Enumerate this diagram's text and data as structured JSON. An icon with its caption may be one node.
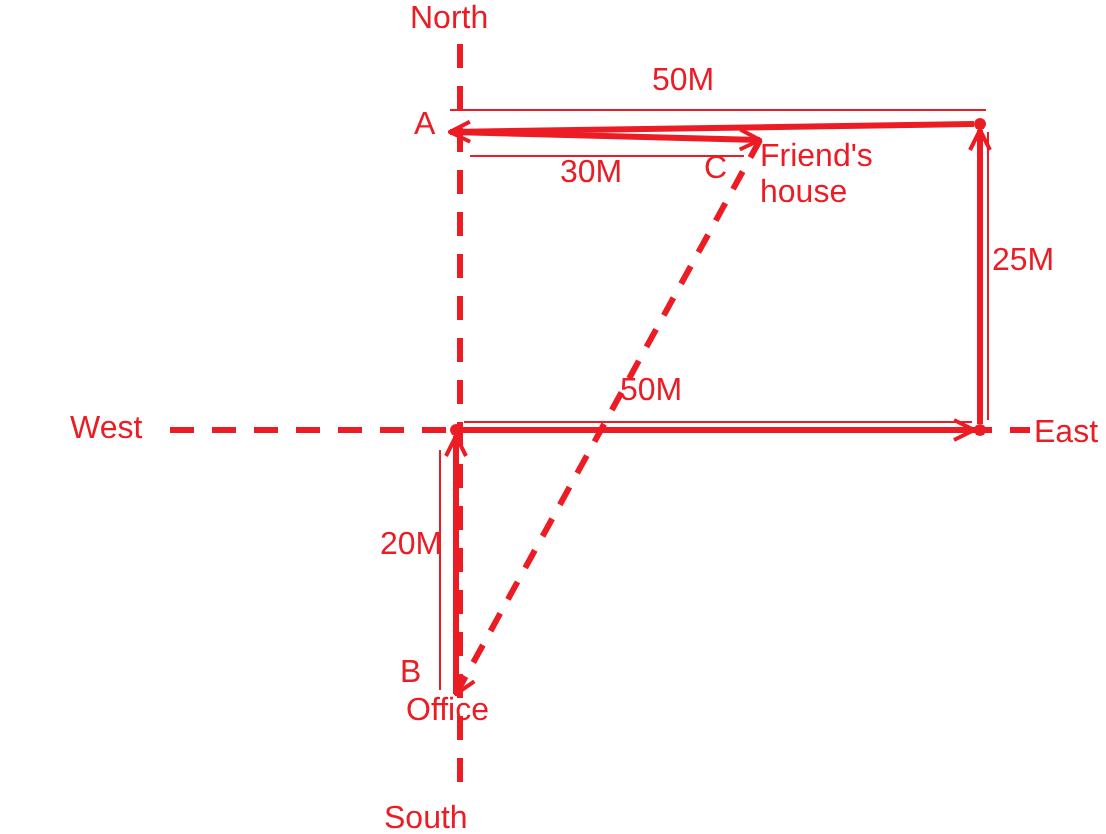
{
  "diagram": {
    "nodes": [
      {
        "text": [
          "A"
        ]
      },
      {
        "text": [
          "Friend's house"
        ],
        "beside": [
          "C"
        ]
      },
      {
        "text": [
          "Office"
        ],
        "beside": [
          "B"
        ]
      },
      {
        "text": [],
        "shape": "point"
      },
      {
        "text": [],
        "shape": "point"
      },
      {
        "text": [],
        "shape": "point"
      }
    ],
    "edges": [
      {
        "from": 2,
        "to": 3,
        "arrow": "to",
        "label": "20M"
      },
      {
        "from": 3,
        "to": 4,
        "arrow": "to",
        "label": "50M"
      },
      {
        "from": 4,
        "to": 5,
        "arrow": "to",
        "label": "25M"
      },
      {
        "from": 5,
        "to": 0,
        "arrow": "to",
        "label": "50M"
      },
      {
        "from": 0,
        "to": 1,
        "arrow": "to",
        "label": "30M"
      },
      {
        "from": 1,
        "to": 2,
        "arrow": "to",
        "style": "dashed"
      }
    ],
    "labels": [
      "North",
      "West",
      "East",
      "South"
    ]
  }
}
